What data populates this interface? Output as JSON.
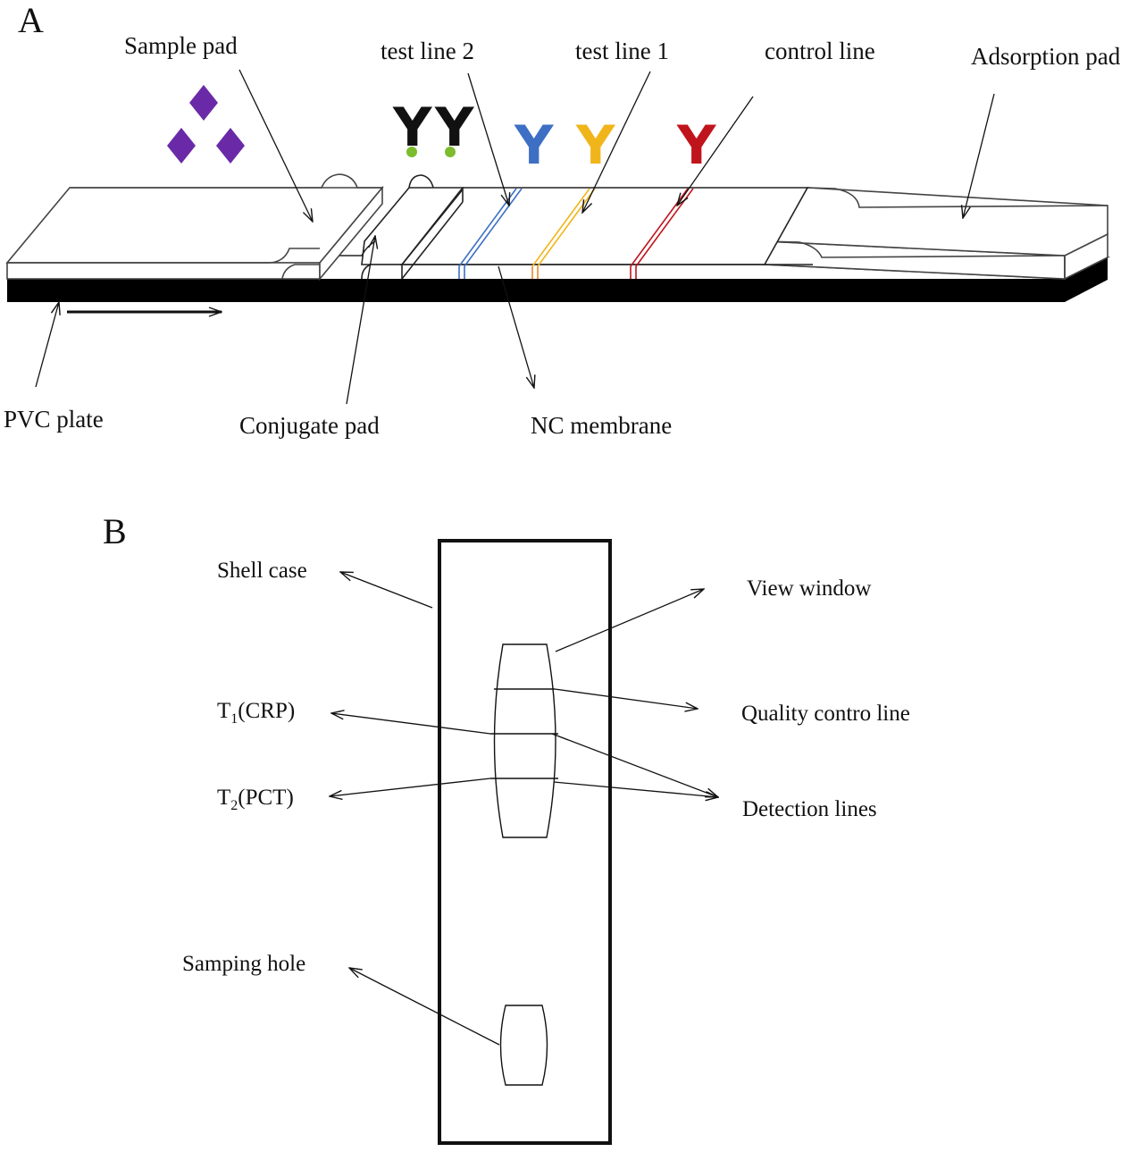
{
  "panel_a": {
    "letter": "A",
    "labels": {
      "sample_pad": "Sample pad",
      "test_line_2": "test line 2",
      "test_line_1": "test line 1",
      "control_line": "control line",
      "adsorption_pad": "Adsorption pad",
      "pvc_plate": "PVC plate",
      "conjugate_pad": "Conjugate pad",
      "nc_membrane": "NC membrane"
    },
    "antibody_glyph": "Y",
    "colors": {
      "antigen": "#6a2aa8",
      "gold_label": "#7dbb2f",
      "test_line_2": "#3d6fc4",
      "test_line_1": "#f1b51c",
      "control_line": "#c0141c",
      "plate": "#000000"
    }
  },
  "panel_b": {
    "letter": "B",
    "labels": {
      "shell_case": "Shell case",
      "view_window": "View window",
      "t1_prefix": "T",
      "t1_sub": "1",
      "t1_suffix": "(CRP)",
      "t2_prefix": "T",
      "t2_sub": "2",
      "t2_suffix": "(PCT)",
      "quality_control_line": "Quality contro line",
      "detection_lines": "Detection lines",
      "sampling_hole": "Samping hole"
    }
  }
}
